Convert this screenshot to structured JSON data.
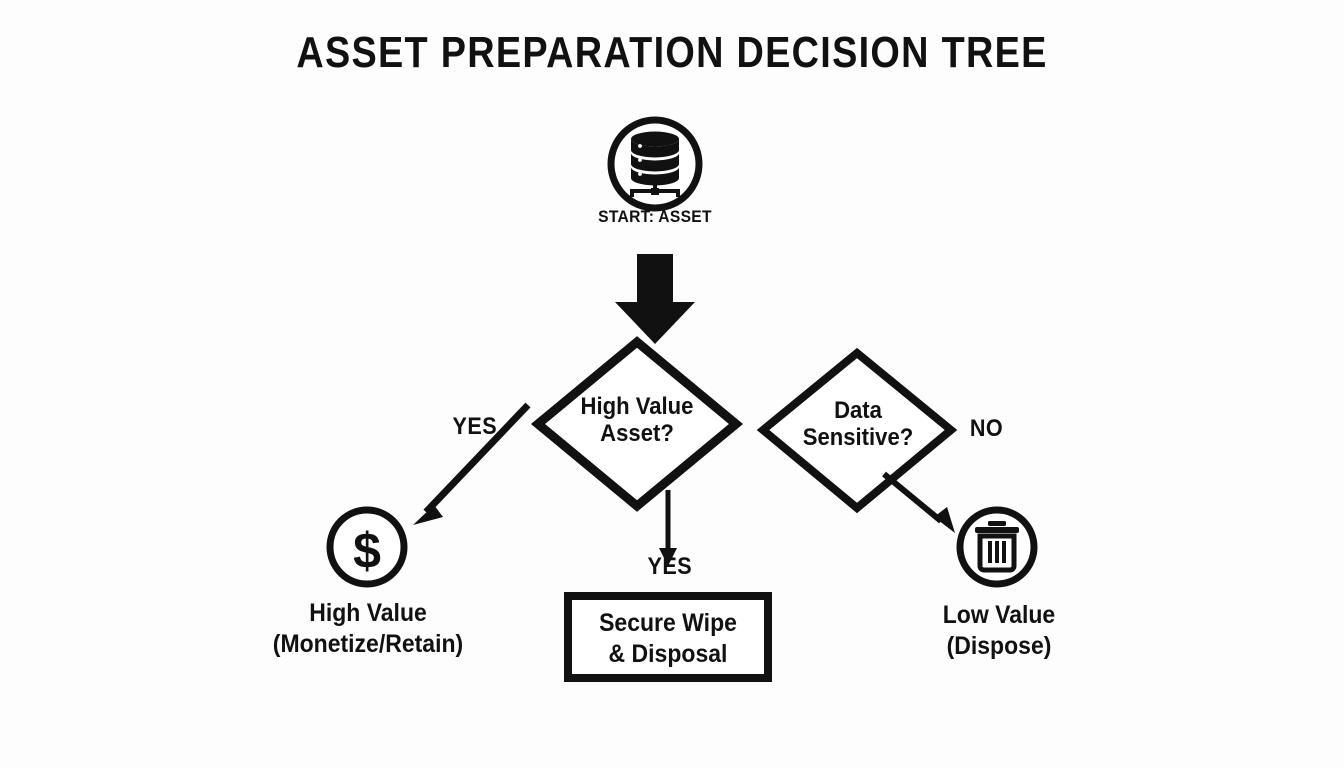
{
  "diagram": {
    "title": "ASSET PREPARATION DECISION TREE",
    "background_color": "#fdfdfd",
    "ink_color": "#111111",
    "type": "decision-tree-flowchart"
  },
  "nodes": {
    "start": {
      "label": "START: ASSET",
      "shape": "circle",
      "icon": "database-stack-icon"
    },
    "decision_value": {
      "label_line1": "High Value",
      "label_line2": "Asset?",
      "shape": "diamond"
    },
    "decision_sensitive": {
      "label_line1": "Data",
      "label_line2": "Sensitive?",
      "shape": "diamond"
    },
    "outcome_high_value": {
      "label_line1": "High Value",
      "label_line2": "(Monetize/Retain)",
      "shape": "circle",
      "icon": "dollar-sign-icon"
    },
    "outcome_secure_wipe": {
      "label_line1": "Secure Wipe",
      "label_line2": "& Disposal",
      "shape": "rectangle"
    },
    "outcome_low_value": {
      "label_line1": "Low Value",
      "label_line2": "(Dispose)",
      "shape": "circle",
      "icon": "trash-can-icon"
    }
  },
  "edges": {
    "start_to_decision": {
      "label": "",
      "style": "thick-down-arrow"
    },
    "value_to_high": {
      "label": "YES",
      "style": "diagonal-arrow-down-left"
    },
    "value_to_wipe": {
      "label": "YES",
      "style": "vertical-arrow-down"
    },
    "sensitive_to_low": {
      "label": "NO",
      "style": "diagonal-arrow-down-right"
    }
  }
}
